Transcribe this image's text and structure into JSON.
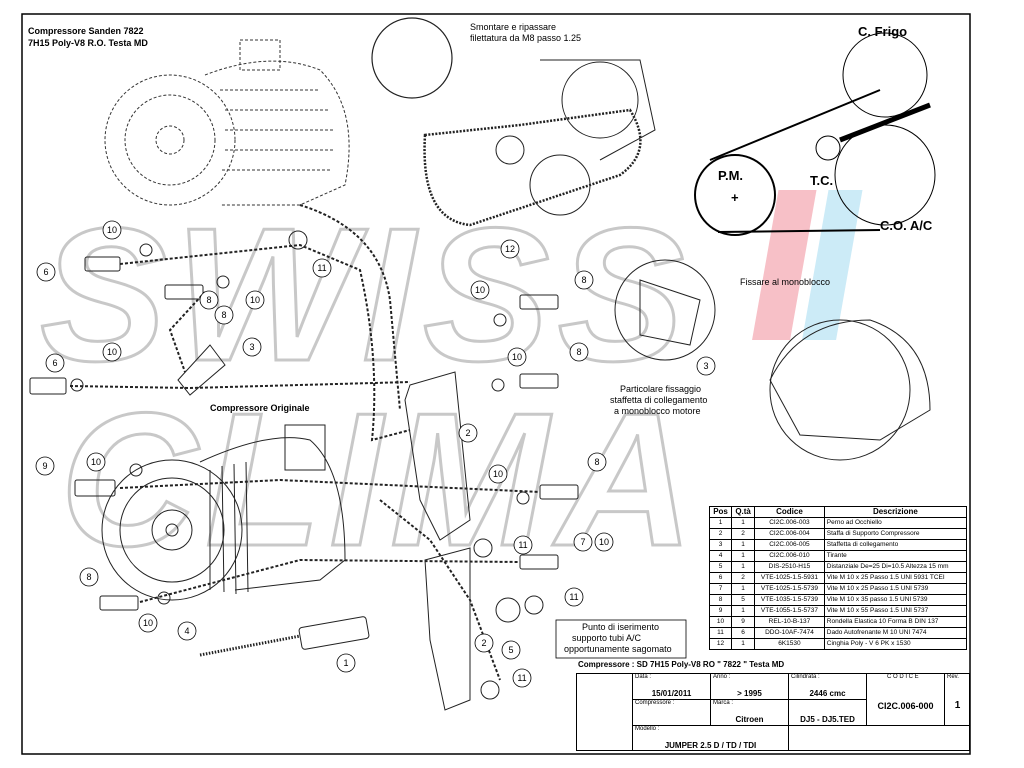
{
  "header": {
    "title_line1": "Compressore Sanden 7822",
    "title_line2": "7H15 Poly-V8 R.O. Testa MD"
  },
  "callouts": {
    "thread_line1": "Smontare e ripassare",
    "thread_line2": "filettatura da M8 passo 1.25",
    "original": "Compressore Originale",
    "fix": "Fissare al monoblocco",
    "detail_line1": "Particolare fissaggio",
    "detail_line2": "staffetta di collegamento",
    "detail_line3": "a monoblocco motore",
    "insert_line1": "Punto di iserimento",
    "insert_line2": "supporto tubi A/C",
    "insert_line3": "opportunamente sagomato"
  },
  "belt_diagram": {
    "title": "C. Frigo",
    "pm": "P.M.",
    "plus": "+",
    "tc": "T.C.",
    "coac": "C.O. A/C"
  },
  "watermark": {
    "line1": "SWISS",
    "line2": "CLIMA"
  },
  "balloons": [
    "10",
    "6",
    "8",
    "10",
    "11",
    "3",
    "6",
    "10",
    "12",
    "8",
    "10",
    "10",
    "8",
    "2",
    "9",
    "10",
    "10",
    "8",
    "11",
    "7",
    "10",
    "8",
    "10",
    "4",
    "1",
    "2",
    "5",
    "11",
    "11",
    "3",
    "8"
  ],
  "parts_table": {
    "headers": {
      "pos": "Pos",
      "qty": "Q.tà",
      "code": "Codice",
      "desc": "Descrizione"
    },
    "rows": [
      {
        "pos": "1",
        "qty": "1",
        "code": "CI2C.006-003",
        "desc": "Perno ad Occhiello"
      },
      {
        "pos": "2",
        "qty": "2",
        "code": "CI2C.006-004",
        "desc": "Staffa di Supporto Compressore"
      },
      {
        "pos": "3",
        "qty": "1",
        "code": "CI2C.006-005",
        "desc": "Staffetta di collegamento"
      },
      {
        "pos": "4",
        "qty": "1",
        "code": "CI2C.006-010",
        "desc": "Tirante"
      },
      {
        "pos": "5",
        "qty": "1",
        "code": "DIS-2510-H15",
        "desc": "Distanziale De=25 Di=10.5 Altezza 15 mm"
      },
      {
        "pos": "6",
        "qty": "2",
        "code": "VTE-1025-1.5-5931",
        "desc": "Vite M 10 x 25 Passo 1.5 UNI 5931 TCEI"
      },
      {
        "pos": "7",
        "qty": "1",
        "code": "VTE-1025-1.5-5739",
        "desc": "Vite M 10 x 25 Passo 1.5 UNI 5739"
      },
      {
        "pos": "8",
        "qty": "5",
        "code": "VTE-1035-1.5-5739",
        "desc": "Vite M 10 x 35 passo 1.5 UNI 5739"
      },
      {
        "pos": "9",
        "qty": "1",
        "code": "VTE-1055-1.5-5737",
        "desc": "Vite M 10 x 55 Passo 1.5 UNI 5737"
      },
      {
        "pos": "10",
        "qty": "9",
        "code": "REL-10-B-137",
        "desc": "Rondella Elastica 10 Forma B DIN 137"
      },
      {
        "pos": "11",
        "qty": "6",
        "code": "DDO-10AF-7474",
        "desc": "Dado Autofrenante M 10 UNI 7474"
      },
      {
        "pos": "12",
        "qty": "1",
        "code": "6K1530",
        "desc": "Cinghia Poly - V 6 PK x 1530"
      }
    ]
  },
  "compressor_title": "Compressore : SD 7H15 Poly-V8 RO  \" 7822 \" Testa MD",
  "title_block": {
    "data_label": "Data :",
    "data": "15/01/2011",
    "anno_label": "Anno :",
    "anno": "> 1995",
    "cil_label": "Cilindrata :",
    "cil": "2446 cmc",
    "codice_label": "C O D I C E",
    "codice": "CI2C.006-000",
    "rev_label": "Rev.",
    "rev": "1",
    "comp_label": "Compressore :",
    "comp": "",
    "marca_label": "Marca :",
    "marca": "Citroen",
    "motore": "DJ5 - DJ5.TED",
    "modello_label": "Modello :",
    "modello": "JUMPER 2.5 D / TD / TDI"
  },
  "colors": {
    "line": "#000000",
    "watermark": "#c8c8c8",
    "accent_red": "#e84a5f",
    "accent_blue": "#6ec6e8"
  }
}
